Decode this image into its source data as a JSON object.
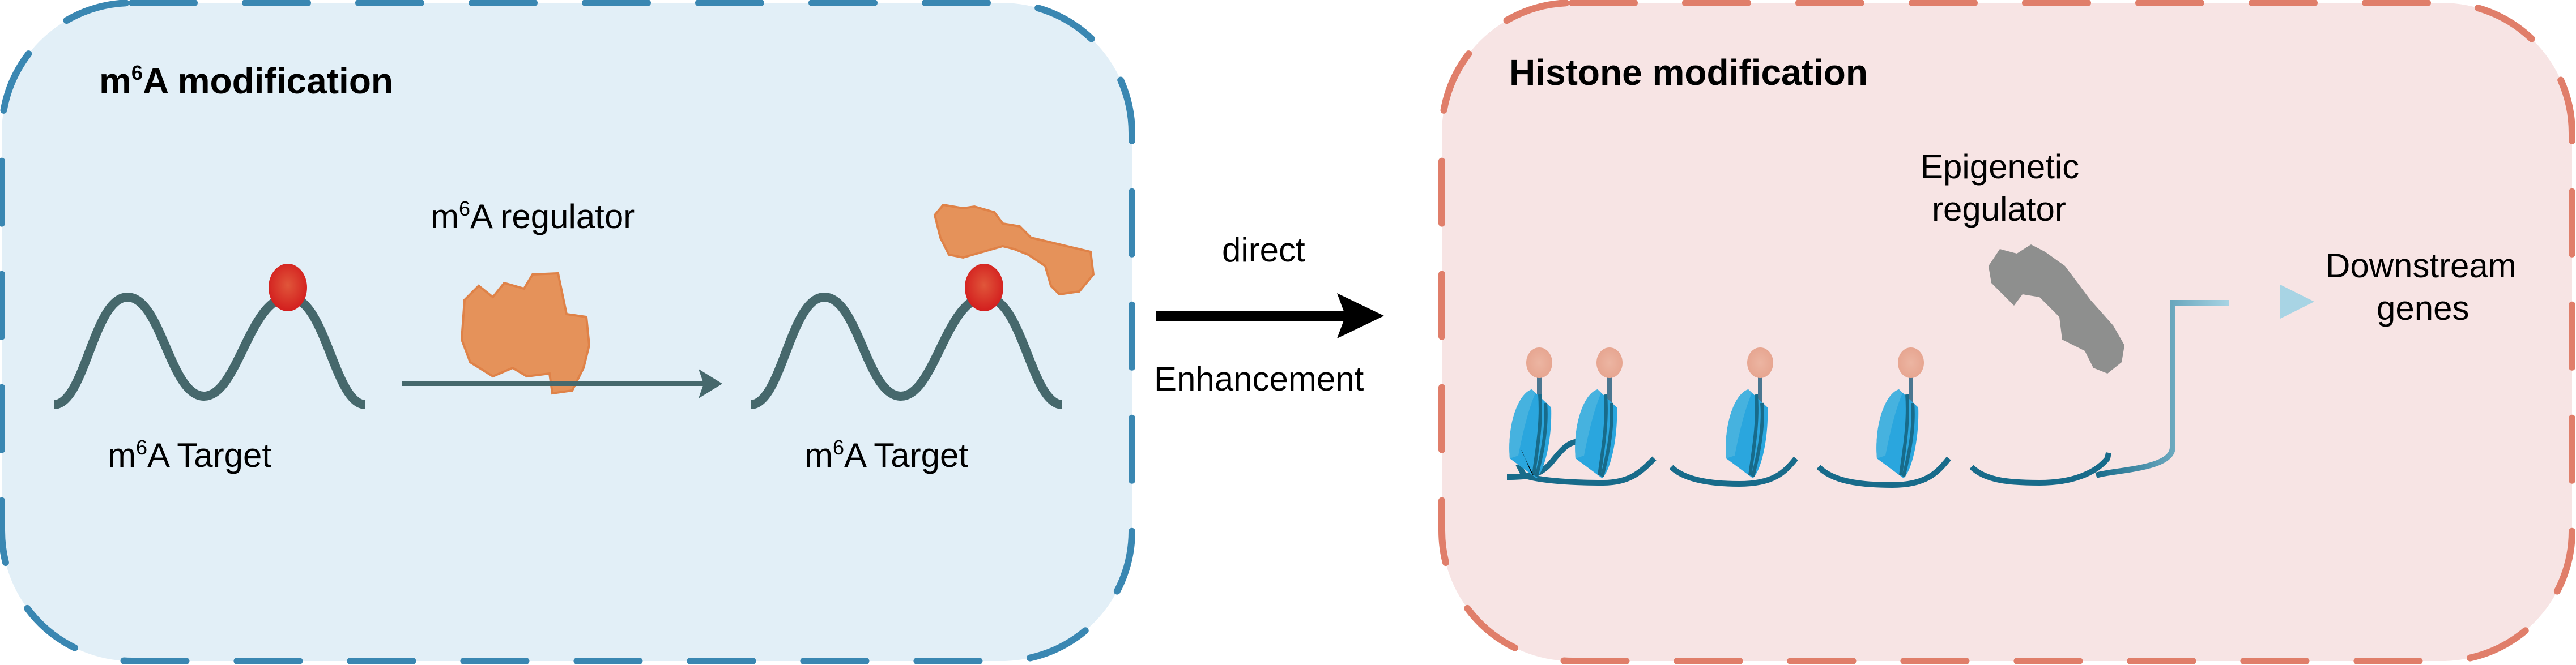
{
  "left_panel": {
    "title_prefix": "m",
    "title_sup": "6",
    "title_rest": "A modification",
    "regulator_prefix": "m",
    "regulator_sup": "6",
    "regulator_rest": "A regulator",
    "target_left_prefix": "m",
    "target_left_sup": "6",
    "target_left_rest": "A Target",
    "target_right_prefix": "m",
    "target_right_sup": "6",
    "target_right_rest": "A Target",
    "colors": {
      "fill": "#e2eff7",
      "border": "#3a87b2",
      "rna": "#46686c",
      "methyl": "#d8302a",
      "regulator": "#e5925a"
    }
  },
  "connector": {
    "top_label": "direct",
    "bottom_label": "Enhancement",
    "color": "#000000"
  },
  "right_panel": {
    "title": "Histone modification",
    "regulator_line1": "Epigenetic",
    "regulator_line2": "regulator",
    "downstream_line1": "Downstream",
    "downstream_line2": "genes",
    "nucleosome_count": 4,
    "colors": {
      "fill": "#f7e4e4",
      "border": "#e07e6a",
      "histone": "#2aa6de",
      "dna": "#186b8a",
      "mark": "#e8a896",
      "regulator": "#8e8f8e",
      "arrow_end": "#a8d4e4"
    }
  }
}
